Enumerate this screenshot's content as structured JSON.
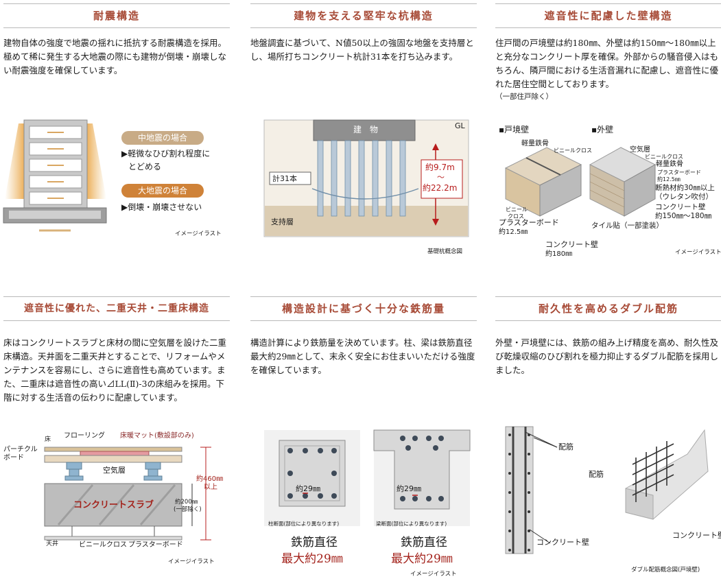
{
  "panels": {
    "seismic": {
      "title": "耐震構造",
      "desc": "建物自体の強度で地震の揺れに抵抗する耐震構造を採用。極めて稀に発生する大地震の際にも建物が倒壊・崩壊しない耐震強度を確保しています。",
      "mid_title": "中地震の場合",
      "mid_text_1": "▶軽微なひび割れ程度に",
      "mid_text_2": "とどめる",
      "large_title": "大地震の場合",
      "large_text": "▶倒壊・崩壊させない",
      "caption": "イメージイラスト",
      "colors": {
        "mid": "#c8ab86",
        "large": "#cf8238"
      }
    },
    "pile": {
      "title": "建物を支える堅牢な杭構造",
      "desc": "地盤調査に基づいて、N値50以上の強固な地盤を支持層とし、場所打ちコンクリート杭計31本を打ち込みます。",
      "building": "建　物",
      "gl": "GL",
      "count": "計31本",
      "depth_1": "約9.7m",
      "depth_sep": "～",
      "depth_2": "約22.2m",
      "bearing": "支持層",
      "caption": "基礎杭概念図"
    },
    "wall": {
      "title": "遮音性に配慮した壁構造",
      "desc": "住戸間の戸境壁は約180㎜、外壁は約150㎜～180㎜以上と充分なコンクリート厚を確保。外部からの騒音侵入はもちろん、隣戸間における生活音漏れに配慮し、遮音性に優れた居住空間としております。",
      "note": "（一部住戸除く）",
      "party_wall": "▪戸境壁",
      "outer_wall": "▪外壁",
      "lgs_1": "軽量鉄骨",
      "vinyl_1": "ビニールクロス",
      "vinyl_2": "ビニール",
      "vinyl_3": "クロス",
      "plaster_1": "プラスターボード",
      "plaster_1b": "約12.5㎜",
      "concrete_1": "コンクリート壁",
      "concrete_1b": "約180㎜",
      "air": "空気層",
      "vinyl_4": "ビニールクロス",
      "lgs_2": "軽量鉄骨",
      "plaster_2": "プラスターボード",
      "plaster_2b": "約12.5㎜",
      "insul_1": "断熱材約30㎜以上",
      "insul_2": "（ウレタン吹付）",
      "concrete_2": "コンクリート壁",
      "concrete_2b": "約150㎜～180㎜",
      "tile": "タイル貼（一部塗装）",
      "caption": "イメージイラスト"
    },
    "floor": {
      "title": "遮音性に優れた、二重天井・二重床構造",
      "desc": "床はコンクリートスラブと床材の間に空気層を設けた二重床構造。天井面を二重天井とすることで、リフォームやメンテナンスを容易にし、さらに遮音性も高めています。また、二重床は遮音性の高い⊿LL(Ⅱ)-3の床組みを採用。下階に対する生活音の伝わりに配慮しています。",
      "floor_lbl": "床",
      "flooring": "フローリング",
      "heating": "床暖マット(敷設部のみ)",
      "particle_1": "パーチクル",
      "particle_2": "ボード",
      "air": "空気層",
      "slab": "コンクリートスラブ",
      "h460_1": "約460㎜",
      "h460_2": "以上",
      "h200_1": "約200㎜",
      "h200_2": "(一部除く)",
      "ceiling": "天井",
      "vinyl": "ビニールクロス",
      "plaster": "プラスターボード",
      "caption": "イメージイラスト"
    },
    "rebar": {
      "title": "構造設計に基づく十分な鉄筋量",
      "desc": "構造計算により鉄筋量を決めています。柱、梁は鉄筋直径最大約29㎜として、末永く安全にお住まいいただける強度を確保しています。",
      "dia_1": "約29㎜",
      "dia_2": "約29㎜",
      "col_sec": "柱断面(部位により異なります)",
      "beam_sec": "梁断面(部位により異なります)",
      "big_1a": "鉄筋直径",
      "big_1b": "最大約29㎜",
      "big_2a": "鉄筋直径",
      "big_2b": "最大約29㎜",
      "caption": "イメージイラスト"
    },
    "double": {
      "title": "耐久性を高めるダブル配筋",
      "desc": "外壁・戸境壁には、鉄筋の組み上げ精度を高め、耐久性及び乾燥収縮のひび割れを極力抑止するダブル配筋を採用しました。",
      "rebar_1": "配筋",
      "rebar_2": "配筋",
      "concrete_1": "コンクリート壁",
      "concrete_2": "コンクリート壁",
      "caption": "ダブル配筋概念図(戸境壁)"
    }
  }
}
